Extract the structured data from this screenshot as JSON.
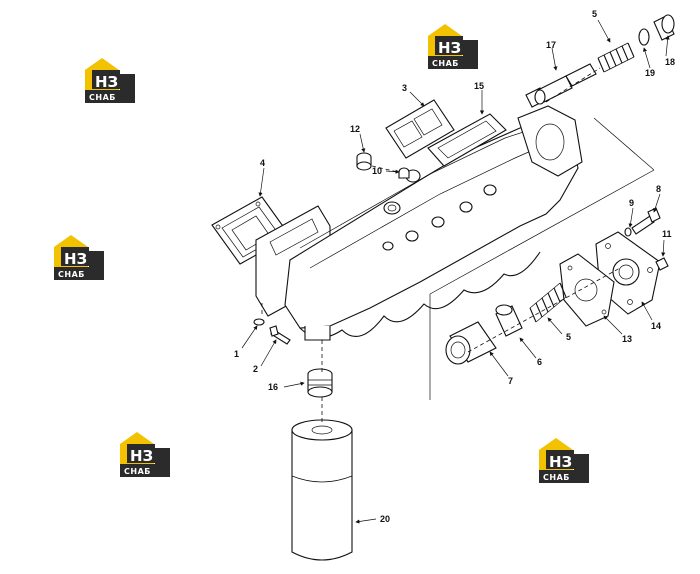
{
  "logo": {
    "top_text": "НЗ",
    "bottom_text": "СНАБ",
    "colors": {
      "accent": "#f2c200",
      "dark": "#2b2b2b",
      "text": "#ffffff"
    }
  },
  "callouts": [
    {
      "id": "c1",
      "label": "1"
    },
    {
      "id": "c2",
      "label": "2"
    },
    {
      "id": "c3",
      "label": "3"
    },
    {
      "id": "c4",
      "label": "4"
    },
    {
      "id": "c5a",
      "label": "5"
    },
    {
      "id": "c5b",
      "label": "5"
    },
    {
      "id": "c6",
      "label": "6"
    },
    {
      "id": "c7",
      "label": "7"
    },
    {
      "id": "c8",
      "label": "8"
    },
    {
      "id": "c9",
      "label": "9"
    },
    {
      "id": "c10",
      "label": "10"
    },
    {
      "id": "c11",
      "label": "11"
    },
    {
      "id": "c12",
      "label": "12"
    },
    {
      "id": "c13",
      "label": "13"
    },
    {
      "id": "c14",
      "label": "14"
    },
    {
      "id": "c15",
      "label": "15"
    },
    {
      "id": "c16",
      "label": "16"
    },
    {
      "id": "c17",
      "label": "17"
    },
    {
      "id": "c18",
      "label": "18"
    },
    {
      "id": "c19",
      "label": "19"
    },
    {
      "id": "c20",
      "label": "20"
    }
  ]
}
